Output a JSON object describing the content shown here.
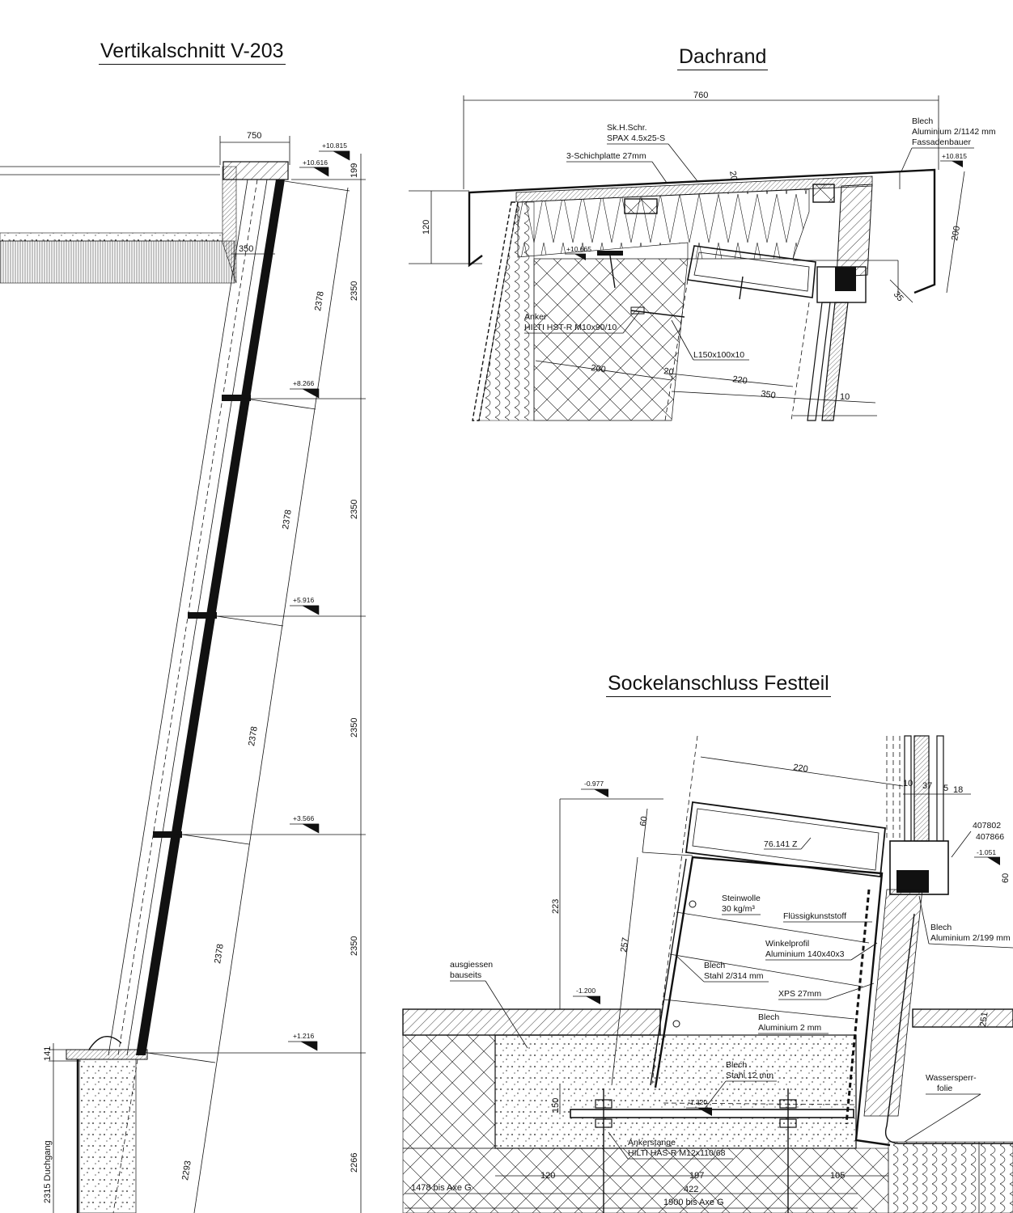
{
  "titles": {
    "vertical_section": "Vertikalschnitt V-203",
    "roof_edge": "Dachrand",
    "base_connection": "Sockelanschluss Festteil"
  },
  "vertical_section": {
    "dim_top": "750",
    "dim_199": "199",
    "dim_350": "350",
    "dim_141": "141",
    "levels": [
      "+10.815",
      "+10.616",
      "+8.266",
      "+5.916",
      "+3.566",
      "+1.216"
    ],
    "slant_dims": [
      "2378",
      "2378",
      "2378",
      "2378",
      "2293"
    ],
    "vert_dims": [
      "2350",
      "2350",
      "2350",
      "2350",
      "2266"
    ],
    "passage": "2315 Duchgang"
  },
  "roof_edge": {
    "dim_760": "760",
    "dim_120": "120",
    "dim_200": "200",
    "dim_35": "35",
    "dim_20_top": "20",
    "dim_200_b": "200",
    "dim_20_b": "20",
    "dim_220": "220",
    "dim_350": "350",
    "dim_10": "10",
    "level_top": "+10.815",
    "level_inner": "+10.665",
    "labels": {
      "screw_1": "Sk.H.Schr.",
      "screw_2": "SPAX 4.5x25-S",
      "board": "3-Schichplatte 27mm",
      "sheet_1": "Blech",
      "sheet_2": "Aluminium 2/1142 mm",
      "sheet_3": "Fassadenbauer",
      "anchor_1": "Anker",
      "anchor_2": "HILTI HST-R M10x90/10",
      "angle": "L150x100x10"
    }
  },
  "base_connection": {
    "dim_220": "220",
    "dim_10": "10",
    "dim_37": "37",
    "dim_5": "5",
    "dim_18": "18",
    "dim_60_left": "60",
    "dim_60_right": "60",
    "dim_223": "223",
    "dim_257": "257",
    "dim_150": "150",
    "dim_251": "251",
    "dim_120": "120",
    "dim_197": "197",
    "dim_105": "105",
    "dim_422": "422",
    "axis_1": "1478 bis Axe G",
    "axis_2": "1900 bis Axe G",
    "levels": [
      "-0.977",
      "-1.051",
      "-1.200",
      "-1.320"
    ],
    "codes": [
      "407802",
      "407866"
    ],
    "labels": {
      "profile": "76.141 Z",
      "wool_1": "Steinwolle",
      "wool_2": "30 kg/m³",
      "liquid": "Flüssigkunststoff",
      "angle_1": "Winkelprofil",
      "angle_2": "Aluminium 140x40x3",
      "steel_1": "Blech",
      "steel_2": "Stahl 2/314 mm",
      "xps": "XPS 27mm",
      "alu_1": "Blech",
      "alu_2": "Aluminium 2 mm",
      "plate_1": "Blech",
      "plate_2": "Stahl 12 mm",
      "pour_1": "ausgiessen",
      "pour_2": "bauseits",
      "rod_1": "Ankerstange",
      "rod_2": "HILTI HAS-R M12x110/68",
      "sheet_r1": "Blech",
      "sheet_r2": "Aluminium 2/199 mm",
      "membrane_1": "Wassersperr-",
      "membrane_2": "folie"
    }
  }
}
